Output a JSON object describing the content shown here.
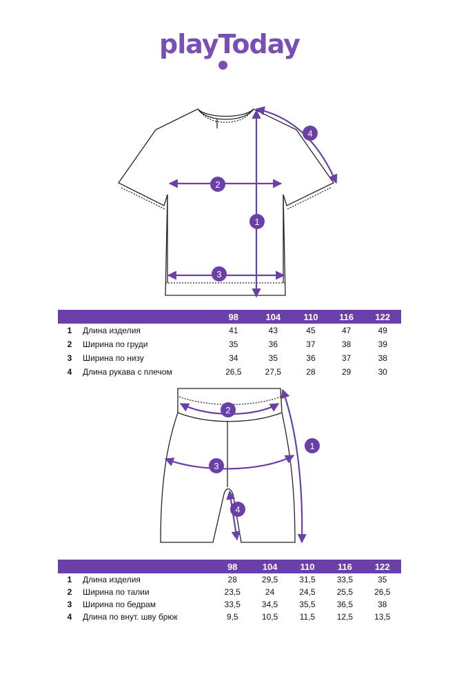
{
  "brand": {
    "logo_text": "playToday",
    "accent_color": "#6a3fa8"
  },
  "tshirt": {
    "markers": [
      "1",
      "2",
      "3",
      "4"
    ],
    "table": {
      "sizes": [
        "98",
        "104",
        "110",
        "116",
        "122"
      ],
      "rows": [
        {
          "num": "1",
          "name": "Длина изделия",
          "values": [
            "41",
            "43",
            "45",
            "47",
            "49"
          ]
        },
        {
          "num": "2",
          "name": "Ширина по груди",
          "values": [
            "35",
            "36",
            "37",
            "38",
            "39"
          ]
        },
        {
          "num": "3",
          "name": "Ширина по низу",
          "values": [
            "34",
            "35",
            "36",
            "37",
            "38"
          ]
        },
        {
          "num": "4",
          "name": "Длина рукава с плечом",
          "values": [
            "26,5",
            "27,5",
            "28",
            "29",
            "30"
          ]
        }
      ]
    }
  },
  "shorts": {
    "markers": [
      "1",
      "2",
      "3",
      "4"
    ],
    "table": {
      "sizes": [
        "98",
        "104",
        "110",
        "116",
        "122"
      ],
      "rows": [
        {
          "num": "1",
          "name": "Длина изделия",
          "values": [
            "28",
            "29,5",
            "31,5",
            "33,5",
            "35"
          ]
        },
        {
          "num": "2",
          "name": "Ширина по талии",
          "values": [
            "23,5",
            "24",
            "24,5",
            "25,5",
            "26,5"
          ]
        },
        {
          "num": "3",
          "name": "Ширина по бедрам",
          "values": [
            "33,5",
            "34,5",
            "35,5",
            "36,5",
            "38"
          ]
        },
        {
          "num": "4",
          "name": "Длина по внут. шву брюк",
          "values": [
            "9,5",
            "10,5",
            "11,5",
            "12,5",
            "13,5"
          ]
        }
      ]
    }
  }
}
